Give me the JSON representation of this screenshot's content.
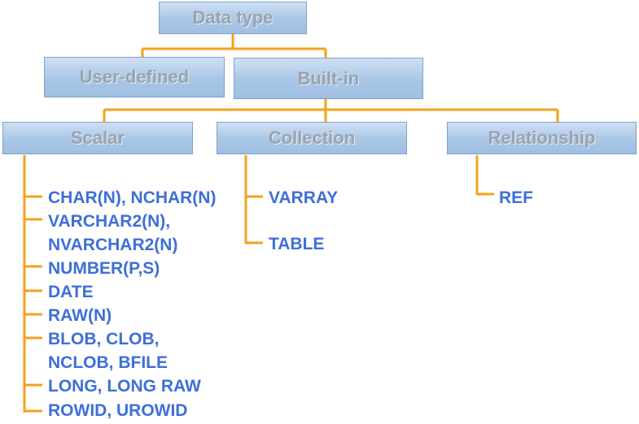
{
  "root": {
    "label": "Data type"
  },
  "level1": [
    {
      "label": "User-defined"
    },
    {
      "label": "Built-in"
    }
  ],
  "level2": [
    {
      "label": "Scalar"
    },
    {
      "label": "Collection"
    },
    {
      "label": "Relationship"
    }
  ],
  "scalar_items": [
    "CHAR(N), NCHAR(N)",
    "VARCHAR2(N),",
    "NVARCHAR2(N)",
    "NUMBER(P,S)",
    "DATE",
    "RAW(N)",
    "BLOB, CLOB,",
    "NCLOB, BFILE",
    "LONG, LONG RAW",
    "ROWID, UROWID"
  ],
  "collection_items": [
    "VARRAY",
    "TABLE"
  ],
  "relationship_items": [
    "REF"
  ],
  "colors": {
    "connector": "#f4a11d",
    "leaf_text": "#3d6fd8",
    "node_text": "#9aa3ad",
    "node_fill": "#a9c6e6"
  }
}
